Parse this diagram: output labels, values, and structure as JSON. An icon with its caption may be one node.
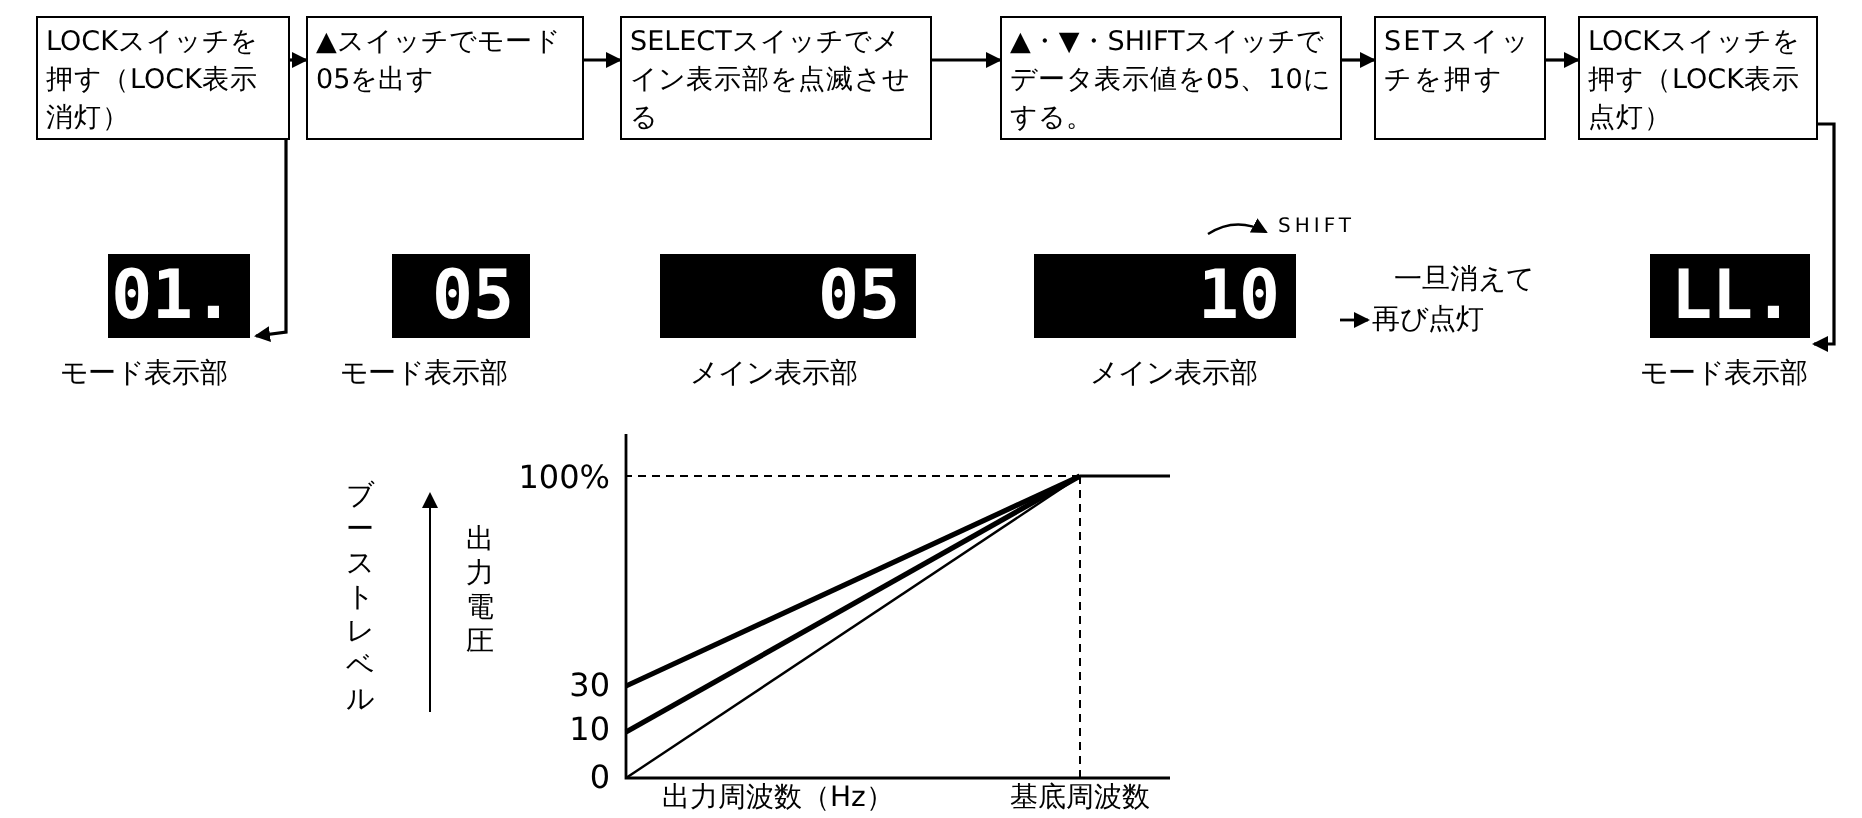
{
  "diagram": {
    "nodes": [
      {
        "text": [
          "LOCKスイッチを押す（LOCK表示消灯）"
        ]
      },
      {
        "text": [
          "▲スイッチでモード05を出す"
        ]
      },
      {
        "text": [
          "SELECTスイッチでメイン表示部を点滅させる"
        ]
      },
      {
        "text": [
          "▲・▼・SHIFTスイッチでデータ表示値を05、10にする。"
        ]
      },
      {
        "text": [
          "SETスイッチを押す"
        ]
      },
      {
        "text": [
          "LOCKスイッチを押す（LOCK表示点灯）"
        ]
      },
      {
        "text": [
          "01."
        ],
        "beside": [
          "モード表示部"
        ]
      },
      {
        "text": [
          "05"
        ],
        "beside": [
          "モード表示部"
        ]
      },
      {
        "text": [
          "05"
        ],
        "beside": [
          "メイン表示部"
        ]
      },
      {
        "text": [
          "10"
        ],
        "beside": [
          "メイン表示部"
        ]
      },
      {
        "text": [
          "LL."
        ],
        "beside": [
          "モード表示部"
        ]
      }
    ],
    "edges": [
      {
        "from": 0,
        "to": 1,
        "arrow": "to"
      },
      {
        "from": 1,
        "to": 2,
        "arrow": "to"
      },
      {
        "from": 2,
        "to": 3,
        "arrow": "to"
      },
      {
        "from": 3,
        "to": 4,
        "arrow": "to"
      },
      {
        "from": 4,
        "to": 5,
        "arrow": "to"
      },
      {
        "from": 0,
        "to": 6,
        "arrow": "to"
      },
      {
        "from": 5,
        "to": 10,
        "arrow": "to"
      }
    ],
    "labels": [
      "SHIFT",
      "一旦消えて",
      "再び点灯",
      "ブーストレベル",
      "100%",
      "出力電圧",
      "30",
      "10",
      "0",
      "出力周波数（Hz）",
      "基底周波数"
    ]
  }
}
